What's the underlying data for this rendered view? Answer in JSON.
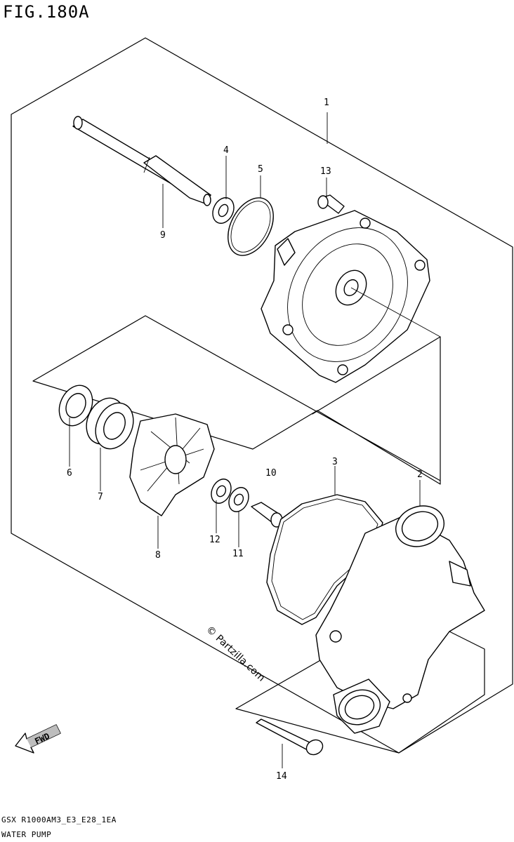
{
  "figure": {
    "title": "FIG.180A"
  },
  "callouts": [
    {
      "id": "1",
      "label": "1"
    },
    {
      "id": "2",
      "label": "2"
    },
    {
      "id": "3",
      "label": "3"
    },
    {
      "id": "4",
      "label": "4"
    },
    {
      "id": "5",
      "label": "5"
    },
    {
      "id": "6",
      "label": "6"
    },
    {
      "id": "7",
      "label": "7"
    },
    {
      "id": "8",
      "label": "8"
    },
    {
      "id": "9",
      "label": "9"
    },
    {
      "id": "10",
      "label": "10"
    },
    {
      "id": "11",
      "label": "11"
    },
    {
      "id": "12",
      "label": "12"
    },
    {
      "id": "13",
      "label": "13"
    },
    {
      "id": "14",
      "label": "14"
    }
  ],
  "watermark": "© Partzilla.com",
  "fwd_label": "FWD",
  "footer": {
    "model_code": "GSX R1000AM3_E3_E28_1EA",
    "section": "WATER PUMP"
  },
  "icons": {
    "direction": "fwd-arrow-icon"
  }
}
